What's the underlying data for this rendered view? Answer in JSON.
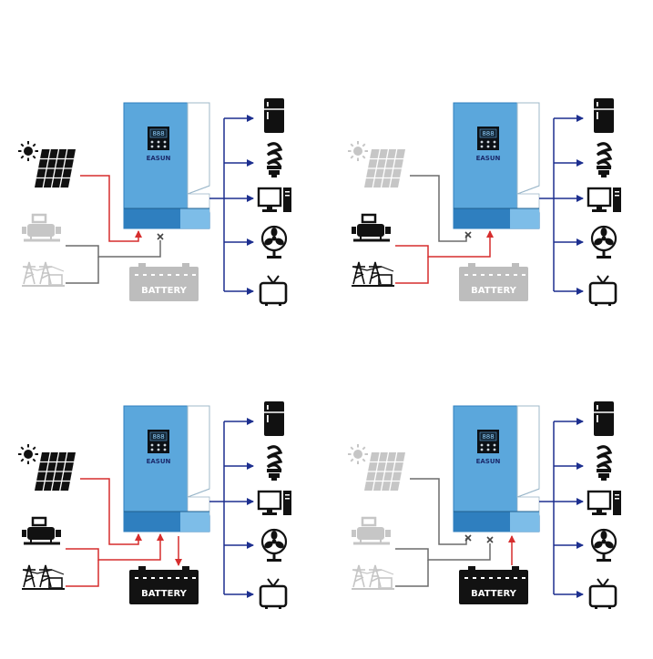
{
  "inverter": {
    "brand_text": "EASUN"
  },
  "battery_label": "BATTERY",
  "colors": {
    "inverter_blue": "#5ba7dc",
    "inverter_dark": "#2f7fbf",
    "inverter_light": "#7dbde8",
    "active_line": "#d62d2d",
    "inactive_line": "#6b6b6b",
    "load_line": "#1d2f8f",
    "icon_dark": "#111111",
    "icon_faded": "#c6c6c6",
    "battery_dark": "#121212",
    "battery_faded": "#bdbdbd"
  },
  "panels": [
    {
      "solar": "active",
      "generator": "inactive",
      "grid": "inactive",
      "battery": "inactive",
      "solar_feed": "active",
      "generator_feed": "blocked",
      "battery_flow": "none"
    },
    {
      "solar": "inactive",
      "generator": "active",
      "grid": "active",
      "battery": "inactive",
      "solar_feed": "blocked",
      "generator_feed": "active",
      "battery_flow": "none"
    },
    {
      "solar": "active",
      "generator": "active",
      "grid": "active",
      "battery": "active",
      "solar_feed": "active",
      "generator_feed": "active",
      "battery_flow": "charging"
    },
    {
      "solar": "inactive",
      "generator": "inactive",
      "grid": "inactive",
      "battery": "active",
      "solar_feed": "blocked",
      "generator_feed": "blocked",
      "battery_flow": "discharging"
    }
  ],
  "loads": [
    "fridge-icon",
    "bulb-icon",
    "computer-icon",
    "fan-icon",
    "tv-icon"
  ]
}
